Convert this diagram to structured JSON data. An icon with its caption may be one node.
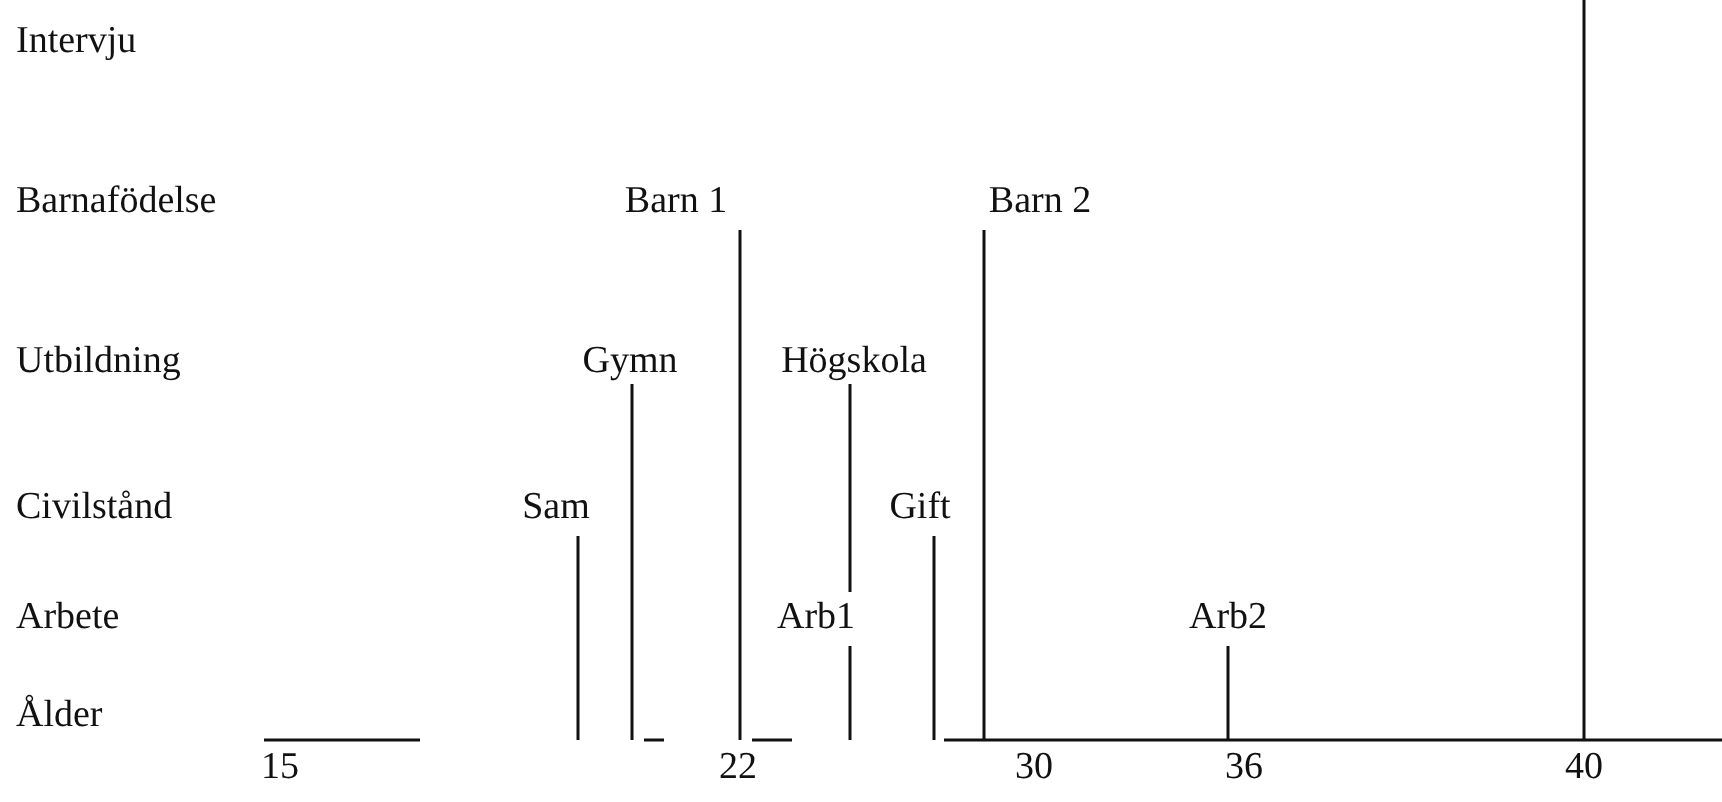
{
  "diagram": {
    "labels": [
      "Intervju",
      "Barnafödelse",
      "Barn 1",
      "Barn 2",
      "Utbildning",
      "Gymn",
      "Högskola",
      "Civilstånd",
      "Sam",
      "Gift",
      "Arbete",
      "Arb1",
      "Arb2",
      "Ålder",
      "15",
      "22",
      "30",
      "36",
      "40"
    ]
  }
}
